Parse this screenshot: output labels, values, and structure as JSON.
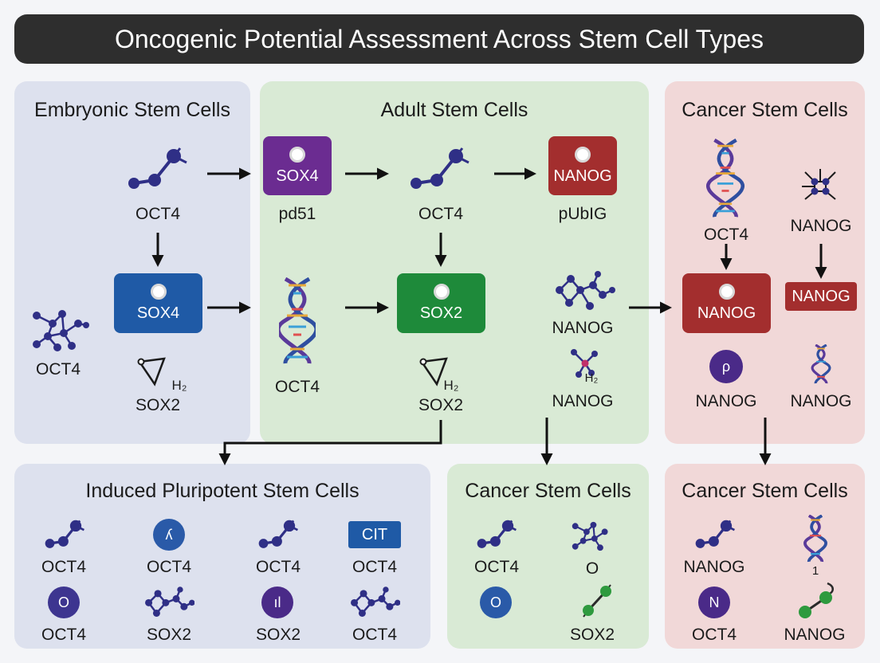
{
  "title": "Oncogenic Potential Assessment Across Stem Cell Types",
  "colors": {
    "embryonic_bg": "#dde1ee",
    "adult_bg": "#d9ead5",
    "cancer_bg": "#f1d8d8",
    "title_bg": "#2e2e2e",
    "purple": "#6b2c91",
    "blue": "#1f5aa6",
    "green": "#1e8a3a",
    "red": "#a32e2e",
    "molecule": "#2f2f86"
  },
  "panels": {
    "embryonic": {
      "title": "Embryonic Stem Cells",
      "oct4_top": "OCT4",
      "sox4_box": "SOX4",
      "oct4_left": "OCT4",
      "h2": "H₂",
      "sox2": "SOX2"
    },
    "adult": {
      "title": "Adult Stem Cells",
      "sox4_box": "SOX4",
      "pd51": "pd51",
      "oct4_top": "OCT4",
      "nanog_box": "NANOG",
      "pubig": "pUbIG",
      "oct4_helix": "OCT4",
      "sox2_box": "SOX2",
      "h2": "H₂",
      "sox2": "SOX2",
      "nanog_mid": "NANOG",
      "h2_small": "H₂",
      "nanog_low": "NANOG"
    },
    "cancer_top": {
      "title": "Cancer Stem Cells",
      "oct4": "OCT4",
      "nanog_top": "NANOG",
      "nanog_box": "NANOG",
      "nanog_tag": "NANOG",
      "circle_glyph": "ρ",
      "nanog_left": "NANOG",
      "nanog_right": "NANOG"
    },
    "ipsc": {
      "title": "Induced Pluripotent Stem Cells",
      "row1": [
        "OCT4",
        "OCT4",
        "OCT4",
        "OCT4"
      ],
      "row2": [
        "OCT4",
        "SOX2",
        "SOX2",
        "OCT4"
      ],
      "circle1_glyph": "ʎ",
      "cit_badge": "CIT",
      "circle2_glyph": "O",
      "circle3_glyph": "ıl"
    },
    "cancer_mid": {
      "title": "Cancer Stem Cells",
      "oct4": "OCT4",
      "o_label": "O",
      "circle_glyph": "O",
      "sox2": "SOX2"
    },
    "cancer_right": {
      "title": "Cancer Stem Cells",
      "nanog_top": "NANOG",
      "one_label": "1",
      "circle_glyph": "N",
      "oct4": "OCT4",
      "nanog_bottom": "NANOG"
    }
  }
}
